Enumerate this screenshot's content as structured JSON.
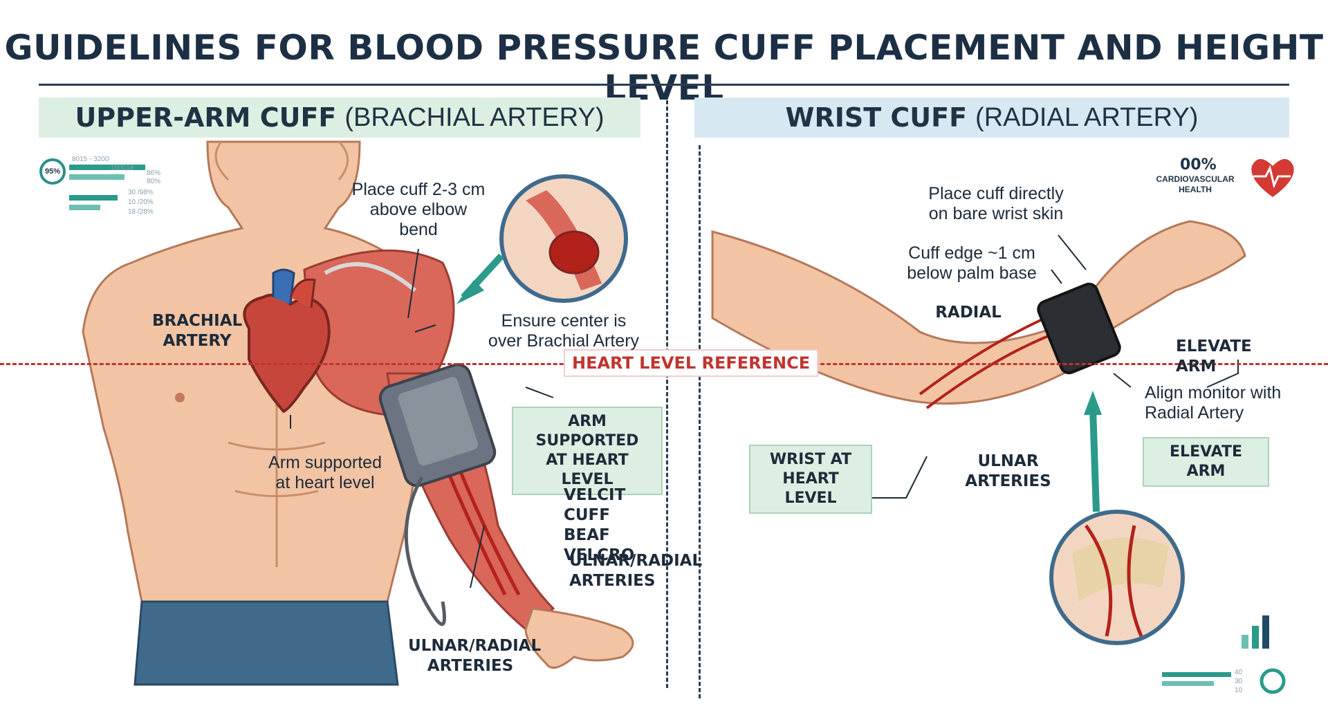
{
  "title": "GUIDELINES FOR BLOOD PRESSURE CUFF PLACEMENT AND HEIGHT LEVEL",
  "left_panel": {
    "heading_bold": "UPPER-ARM CUFF",
    "heading_rest": "(BRACHIAL ARTERY)",
    "labels": {
      "place_cuff_1": "Place cuff 2-3 cm",
      "place_cuff_2": "above elbow bend",
      "brachial_1": "BRACHIAL",
      "brachial_2": "ARTERY",
      "ensure_1": "Ensure center is",
      "ensure_2": "over Brachial Artery",
      "arm_supported_1": "Arm supported",
      "arm_supported_2": "at heart level",
      "box_supported_1": "ARM SUPPORTED",
      "box_supported_2": "AT HEART LEVEL",
      "velcro_1": "VELCIT CUFF",
      "velcro_2": "BEAF VELCRO",
      "ulnar_radial_a_1": "ULNAR/RADIAL",
      "ulnar_radial_a_2": "ARTERIES",
      "ulnar_radial_b_1": "ULNAR/RADIAL",
      "ulnar_radial_b_2": "ARTERIES"
    },
    "mini_stats": {
      "badge": "95%",
      "row1": "8015 - 3200",
      "row2": "100018",
      "v1": "86%",
      "v2": "80%",
      "v3": "30 /98%",
      "v4": "10 /20%",
      "v5": "18 /28%"
    }
  },
  "right_panel": {
    "heading_bold": "WRIST CUFF",
    "heading_rest": "(RADIAL ARTERY)",
    "labels": {
      "place_direct_1": "Place cuff directly",
      "place_direct_2": "on bare wrist skin",
      "cuff_edge_1": "Cuff edge ~1 cm",
      "cuff_edge_2": "below palm base",
      "radial": "RADIAL",
      "elevate_top": "ELEVATE ARM",
      "align_1": "Align monitor with",
      "align_2": "Radial Artery",
      "elevate_box": "ELEVATE ARM",
      "wrist_box_1": "WRIST AT",
      "wrist_box_2": "HEART LEVEL",
      "ulnar_1": "ULNAR",
      "ulnar_2": "ARTERIES"
    },
    "kpi": {
      "value": "00%",
      "caption_1": "CARDIOVASCULAR",
      "caption_2": "HEALTH"
    },
    "mini_stats": {
      "v1": "40",
      "v2": "30",
      "v3": "10"
    }
  },
  "heart_level_label": "HEART LEVEL REFERENCE",
  "colors": {
    "heart_line": "#c0342f",
    "teal": "#2a9a8a",
    "skin": "#f2c4a3",
    "muscle": "#d9675a",
    "cuff": "#6b7480"
  }
}
